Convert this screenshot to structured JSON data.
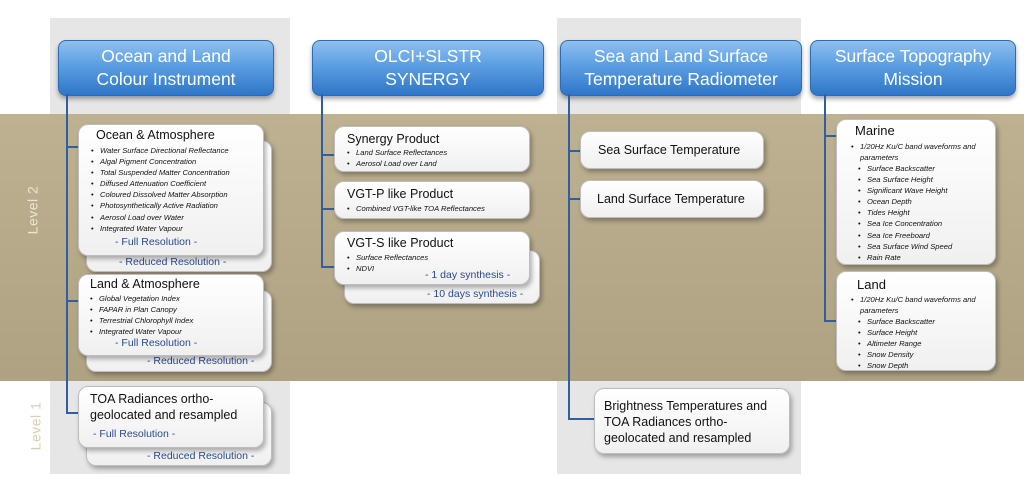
{
  "levels": {
    "level2": "Level 2",
    "level1": "Level 1"
  },
  "headers": {
    "olci": [
      "Ocean and Land",
      "Colour Instrument"
    ],
    "synergy": [
      "OLCI+SLSTR",
      "SYNERGY"
    ],
    "slstr": [
      "Sea and Land Surface",
      "Temperature Radiometer"
    ],
    "stm": [
      "Surface Topography",
      "Mission"
    ]
  },
  "olci": {
    "ocean": {
      "title": "Ocean & Atmosphere",
      "items": [
        "Water Surface Directional Reflectance",
        "Algal Pigment Concentration",
        "Total Suspended Matter Concentration",
        "Diffused Attenuation Coefficient",
        "Coloured Dissolved Matter Absorption",
        "Photosynthetically Active Radiation",
        "Aerosol Load over Water",
        "Integrated Water Vapour"
      ],
      "full": "- Full Resolution -",
      "reduced": "- Reduced Resolution -"
    },
    "land": {
      "title": "Land & Atmosphere",
      "items": [
        "Global Vegetation Index",
        "FAPAR in Plan Canopy",
        "Terrestrial Chlorophyll Index",
        "Integrated Water Vapour"
      ],
      "full": "- Full Resolution -",
      "reduced": "- Reduced Resolution -"
    },
    "toa": {
      "title": [
        "TOA Radiances ortho-",
        "geolocated and resampled"
      ],
      "full": "- Full Resolution -",
      "reduced": "- Reduced Resolution -"
    }
  },
  "synergy": {
    "synergy_product": {
      "title": "Synergy Product",
      "items": [
        "Land Surface Reflectances",
        "Aerosol Load over Land"
      ]
    },
    "vgtp": {
      "title": "VGT-P like Product",
      "items": [
        "Combined VGT-like TOA Reflectances"
      ]
    },
    "vgts": {
      "title": "VGT-S like Product",
      "items": [
        "Surface Reflectances",
        "NDVI"
      ],
      "day1": "- 1 day synthesis -",
      "day10": "- 10 days synthesis -"
    }
  },
  "slstr": {
    "sst": "Sea Surface Temperature",
    "lst": "Land Surface Temperature",
    "bt": [
      "Brightness Temperatures and",
      "TOA Radiances ortho-",
      "geolocated and resampled"
    ]
  },
  "stm": {
    "marine": {
      "title": "Marine",
      "lead": "1/20Hz Ku/C band waveforms and parameters",
      "items": [
        "Surface Backscatter",
        "Sea Surface Height",
        "Significant Wave Height",
        "Ocean Depth",
        "Tides Height",
        "Sea Ice Concentration",
        "Sea Ice Freeboard",
        "Sea Surface Wind Speed",
        "Rain Rate"
      ]
    },
    "land": {
      "title": "Land",
      "lead": "1/20Hz Ku/C band waveforms and parameters",
      "items": [
        "Surface Backscatter",
        "Surface Height",
        "Altimeter Range",
        "Snow Density",
        "Snow Depth"
      ]
    }
  }
}
